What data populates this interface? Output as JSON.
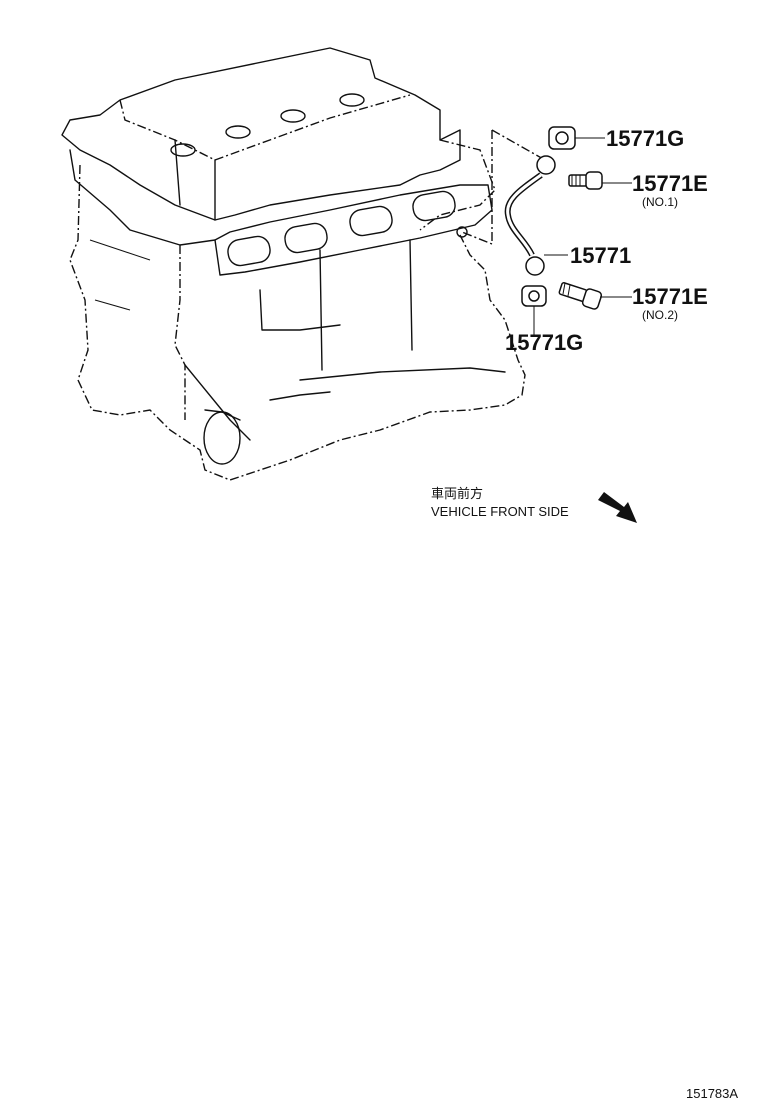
{
  "callouts": [
    {
      "id": "union-top",
      "number": "15771G",
      "note": ""
    },
    {
      "id": "bolt-no1",
      "number": "15771E",
      "note": "(NO.1)"
    },
    {
      "id": "pipe",
      "number": "15771",
      "note": ""
    },
    {
      "id": "bolt-no2",
      "number": "15771E",
      "note": "(NO.2)"
    },
    {
      "id": "union-bottom",
      "number": "15771G",
      "note": ""
    }
  ],
  "front_indicator": {
    "japanese": "車両前方",
    "english": "VEHICLE FRONT SIDE"
  },
  "illustration_code": "151783A"
}
